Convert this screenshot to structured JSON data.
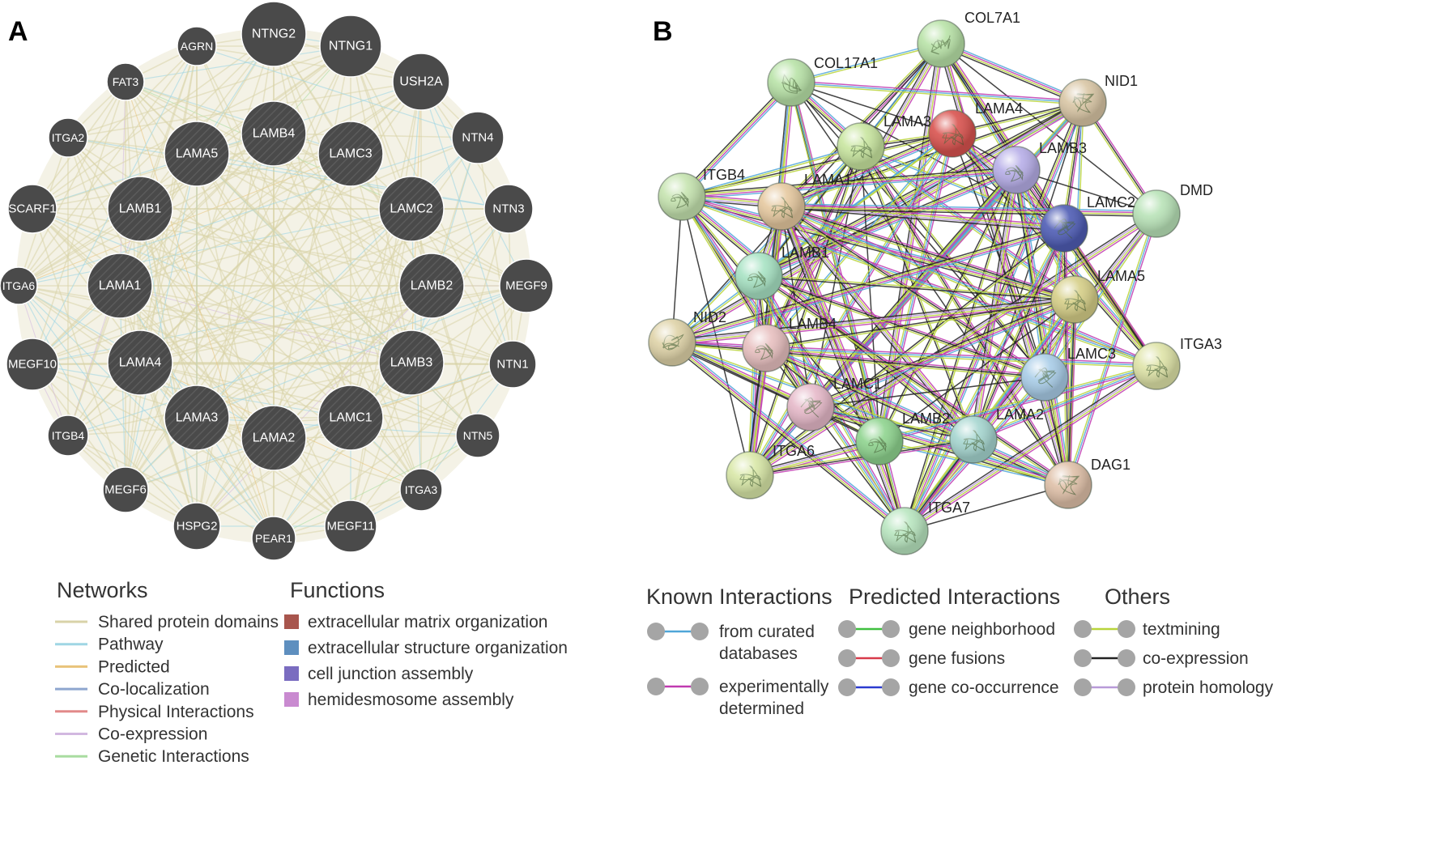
{
  "panel_a": {
    "letter": "A",
    "colors": {
      "node": "#4a4a4a",
      "edge_shared_domains": "#d8d3a8",
      "edge_pathway": "#9fd6e4",
      "edge_coexpression": "#d2b8e0",
      "edge_predicted": "#e8c37a",
      "edge_genetic": "#a8dca0"
    },
    "query_nodes": [
      "LAMB4",
      "LAMC3",
      "LAMC2",
      "LAMB2",
      "LAMB3",
      "LAMC1",
      "LAMA2",
      "LAMA3",
      "LAMA4",
      "LAMA1",
      "LAMB1",
      "LAMA5"
    ],
    "outer_nodes": [
      "NTNG2",
      "NTNG1",
      "USH2A",
      "NTN4",
      "NTN3",
      "MEGF9",
      "NTN1",
      "NTN5",
      "ITGA3",
      "MEGF11",
      "PEAR1",
      "HSPG2",
      "MEGF6",
      "ITGB4",
      "MEGF10",
      "ITGA6",
      "SCARF1",
      "ITGA2",
      "FAT3",
      "AGRN"
    ],
    "legend": {
      "networks_title": "Networks",
      "networks": [
        {
          "label": "Shared protein domains",
          "color": "#d8d3a8"
        },
        {
          "label": "Pathway",
          "color": "#9fd6e4"
        },
        {
          "label": "Predicted",
          "color": "#e8c37a"
        },
        {
          "label": "Co-localization",
          "color": "#8ea6cf"
        },
        {
          "label": "Physical Interactions",
          "color": "#e28a8a"
        },
        {
          "label": "Co-expression",
          "color": "#d2b8e0"
        },
        {
          "label": "Genetic Interactions",
          "color": "#a8dca0"
        }
      ],
      "functions_title": "Functions",
      "functions": [
        {
          "label": "extracellular matrix organization",
          "color": "#a8554d"
        },
        {
          "label": "extracellular structure organization",
          "color": "#5e8fbf"
        },
        {
          "label": "cell junction assembly",
          "color": "#7a6cc0"
        },
        {
          "label": "hemidesmosome assembly",
          "color": "#c98ad0"
        }
      ]
    }
  },
  "panel_b": {
    "letter": "B",
    "nodes": [
      {
        "id": "COL7A1",
        "color": "#b9e3a8"
      },
      {
        "id": "COL17A1",
        "color": "#b9e3a8"
      },
      {
        "id": "NID1",
        "color": "#d9c6a5"
      },
      {
        "id": "LAMA3",
        "color": "#c9e6a0"
      },
      {
        "id": "LAMA4",
        "color": "#d9534f"
      },
      {
        "id": "LAMB3",
        "color": "#b7aee8"
      },
      {
        "id": "ITGB4",
        "color": "#c6e4b0"
      },
      {
        "id": "LAMA1",
        "color": "#e6c9a0"
      },
      {
        "id": "DMD",
        "color": "#b9e3b8"
      },
      {
        "id": "LAMC2",
        "color": "#4f5db5"
      },
      {
        "id": "LAMB1",
        "color": "#a8e3c4"
      },
      {
        "id": "LAMA5",
        "color": "#d6cf88"
      },
      {
        "id": "NID2",
        "color": "#dfd3a8"
      },
      {
        "id": "LAMB4",
        "color": "#e8c0c0"
      },
      {
        "id": "ITGA3",
        "color": "#dfe4a8"
      },
      {
        "id": "LAMC3",
        "color": "#a9cde8"
      },
      {
        "id": "LAMC1",
        "color": "#e6b9c9"
      },
      {
        "id": "LAMB2",
        "color": "#8fd48f"
      },
      {
        "id": "LAMA2",
        "color": "#a6d6d0"
      },
      {
        "id": "ITGA6",
        "color": "#d9e8a8"
      },
      {
        "id": "DAG1",
        "color": "#dfc0a8"
      },
      {
        "id": "ITGA7",
        "color": "#b9e6c0"
      }
    ],
    "edge_colors": {
      "curated": "#4fa6d8",
      "experimental": "#c03ab0",
      "neighborhood": "#3fbf3f",
      "fusion": "#d83a4a",
      "cooccurrence": "#2a3ad0",
      "textmining": "#b8d43a",
      "coexpression": "#222222",
      "homology": "#b89ad8",
      "connector_dot": "#a5a5a5"
    },
    "legend": {
      "known_title": "Known Interactions",
      "known": [
        {
          "label_lines": [
            "from curated",
            "databases"
          ],
          "color": "#4fa6d8"
        },
        {
          "label_lines": [
            "experimentally",
            "determined"
          ],
          "color": "#c03ab0"
        }
      ],
      "predicted_title": "Predicted Interactions",
      "predicted": [
        {
          "label_lines": [
            "gene neighborhood"
          ],
          "color": "#3fbf3f"
        },
        {
          "label_lines": [
            "gene fusions"
          ],
          "color": "#d83a4a"
        },
        {
          "label_lines": [
            "gene co-occurrence"
          ],
          "color": "#2a3ad0"
        }
      ],
      "others_title": "Others",
      "others": [
        {
          "label_lines": [
            "textmining"
          ],
          "color": "#b8d43a"
        },
        {
          "label_lines": [
            "co-expression"
          ],
          "color": "#222222"
        },
        {
          "label_lines": [
            "protein homology"
          ],
          "color": "#b89ad8"
        }
      ]
    }
  }
}
